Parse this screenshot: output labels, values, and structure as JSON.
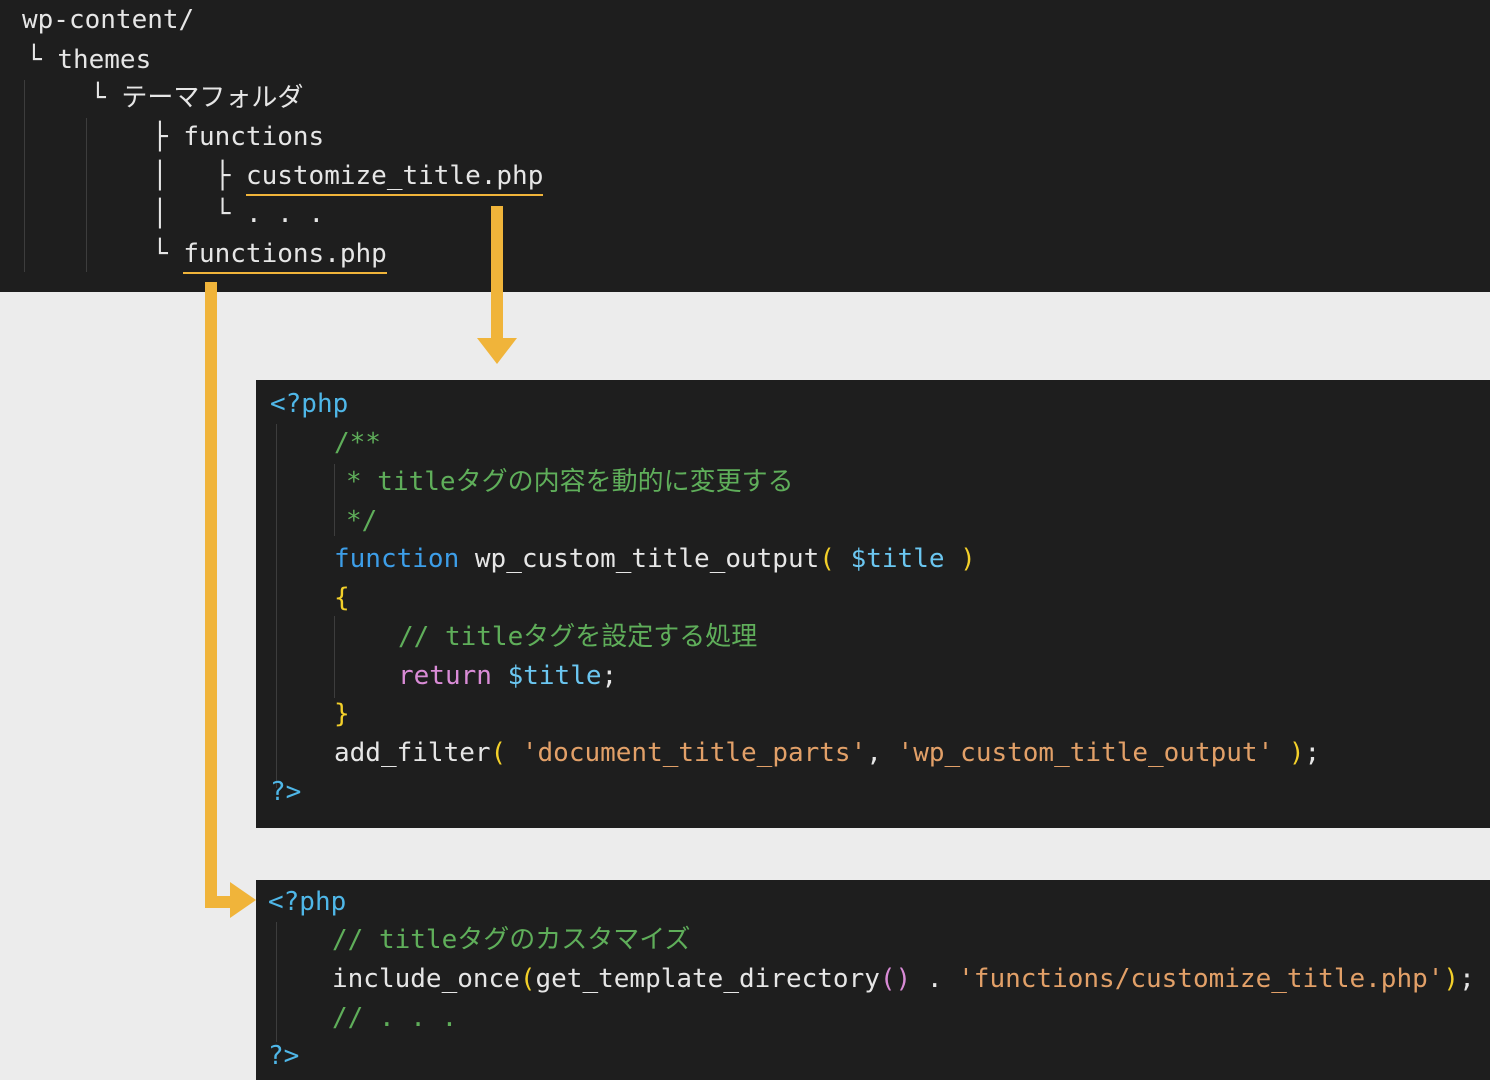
{
  "tree": {
    "root": "wp-content/",
    "themes": "themes",
    "theme_folder": "テーマフォルダ",
    "functions_dir": "functions",
    "customize_file": "customize_title.php",
    "ellipsis": ". . .",
    "functions_php": "functions.php",
    "branch_last": "└",
    "branch_mid": "├",
    "pipe": "│"
  },
  "code1": {
    "open_tag": "<?php",
    "c_start": "/**",
    "c_line": "* titleタグの内容を動的に変更する",
    "c_end": "*/",
    "kw_function": "function",
    "fn_name": "wp_custom_title_output",
    "paren_open": "(",
    "param": "$title",
    "paren_close": ")",
    "brace_open": "{",
    "inline_comment": "// titleタグを設定する処理",
    "kw_return": "return",
    "ret_var": "$title",
    "semicolon": ";",
    "brace_close": "}",
    "add_filter": "add_filter",
    "af_paren_open": "(",
    "str1": "'document_title_parts'",
    "comma": ",",
    "str2": "'wp_custom_title_output'",
    "af_paren_close": ")",
    "af_semicolon": ";",
    "close_tag": "?>"
  },
  "code2": {
    "open_tag": "<?php",
    "comment": "// titleタグのカスタマイズ",
    "include_once": "include_once",
    "p1": "(",
    "get_dir": "get_template_directory",
    "p2": "()",
    "dot": ".",
    "str": "'functions/customize_title.php'",
    "p3": ")",
    "semicolon": ";",
    "comment2": "// . . .",
    "close_tag": "?>"
  },
  "colors": {
    "panel_bg": "#1e1e1e",
    "page_bg": "#ececec",
    "arrow": "#f0b43a",
    "keyword": "#3d9ee8",
    "comment": "#5fae5a",
    "string": "#e2a068",
    "bracket": "#f3d02a",
    "return": "#d98bd6"
  }
}
